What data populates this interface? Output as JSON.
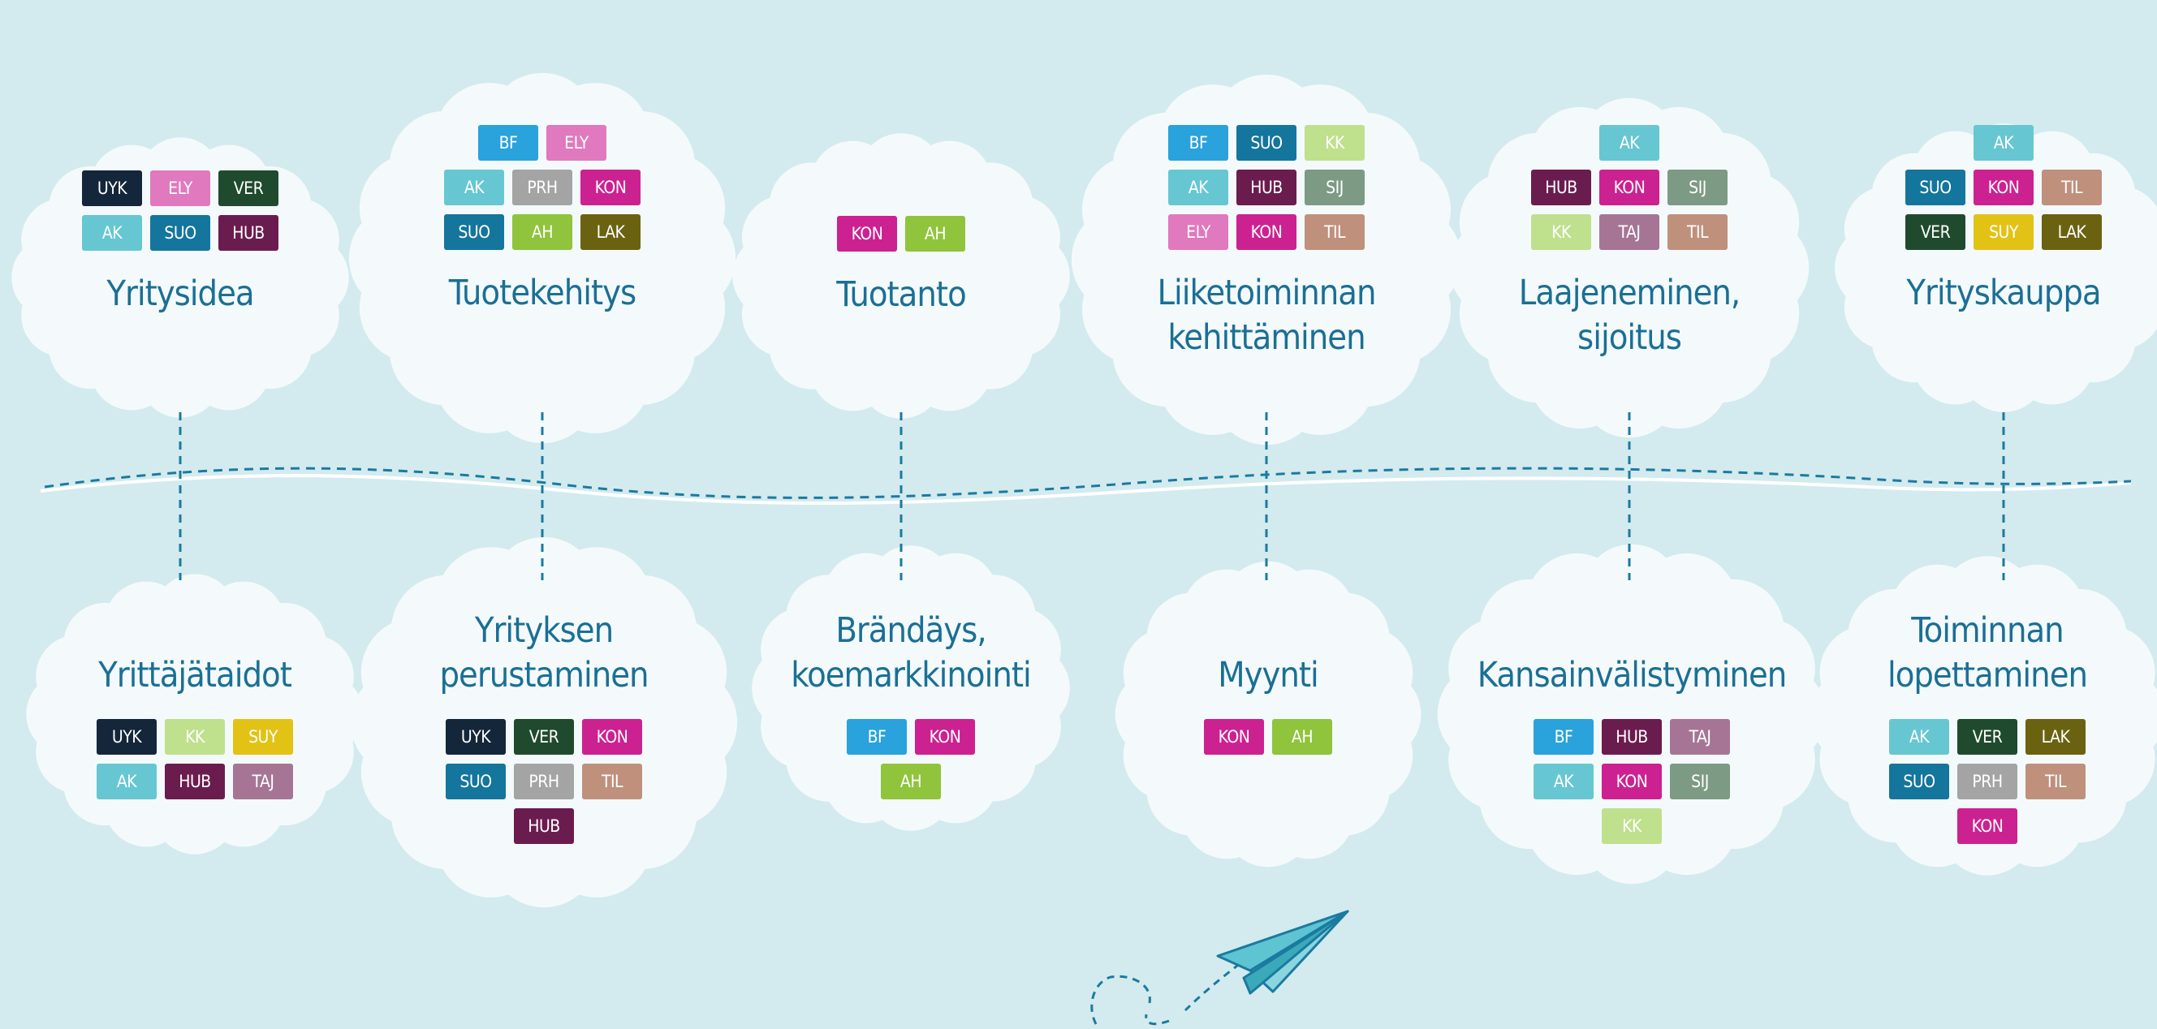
{
  "colors": {
    "background": "#d3ebee",
    "cloud": "#f4fafb",
    "title": "#1b6f95",
    "line": "#1b7aa0"
  },
  "tag_colors": {
    "UYK": "#14263a",
    "ELY": "#e079be",
    "VER": "#1f4a2e",
    "AK": "#66c7d2",
    "SUO": "#14759d",
    "HUB": "#6b1c4f",
    "BF": "#2aa2dc",
    "PRH": "#a4a4a4",
    "KON": "#cc2191",
    "AH": "#8fc43c",
    "LAK": "#6b6211",
    "KK": "#bfe08d",
    "SIJ": "#7d9a84",
    "TIL": "#bf907c",
    "TAJ": "#a67596",
    "SUY": "#e3c216"
  },
  "top_stages": [
    {
      "title": "Yritysidea",
      "tags": [
        [
          "UYK",
          "ELY",
          "VER"
        ],
        [
          "AK",
          "SUO",
          "HUB"
        ]
      ]
    },
    {
      "title": "Tuotekehitys",
      "tags": [
        [
          "BF",
          "ELY"
        ],
        [
          "AK",
          "PRH",
          "KON"
        ],
        [
          "SUO",
          "AH",
          "LAK"
        ]
      ]
    },
    {
      "title": "Tuotanto",
      "tags": [
        [
          "KON",
          "AH"
        ]
      ]
    },
    {
      "title": "Liiketoiminnan\nkehittäminen",
      "tags": [
        [
          "BF",
          "SUO",
          "KK"
        ],
        [
          "AK",
          "HUB",
          "SIJ"
        ],
        [
          "ELY",
          "KON",
          "TIL"
        ]
      ]
    },
    {
      "title": "Laajeneminen,\nsijoitus",
      "tags": [
        [
          "AK"
        ],
        [
          "HUB",
          "KON",
          "SIJ"
        ],
        [
          "KK",
          "TAJ",
          "TIL"
        ]
      ]
    },
    {
      "title": "Yrityskauppa",
      "tags": [
        [
          "AK"
        ],
        [
          "SUO",
          "KON",
          "TIL"
        ],
        [
          "VER",
          "SUY",
          "LAK"
        ]
      ]
    }
  ],
  "bottom_stages": [
    {
      "title": "Yrittäjätaidot",
      "tags": [
        [
          "UYK",
          "KK",
          "SUY"
        ],
        [
          "AK",
          "HUB",
          "TAJ"
        ]
      ]
    },
    {
      "title": "Yrityksen\nperustaminen",
      "tags": [
        [
          "UYK",
          "VER",
          "KON"
        ],
        [
          "SUO",
          "PRH",
          "TIL"
        ],
        [
          "HUB"
        ]
      ]
    },
    {
      "title": "Brändäys,\nkoemarkkinointi",
      "tags": [
        [
          "BF",
          "KON"
        ],
        [
          "AH"
        ]
      ]
    },
    {
      "title": "Myynti",
      "tags": [
        [
          "KON",
          "AH"
        ]
      ]
    },
    {
      "title": "Kansainvälistyminen",
      "tags": [
        [
          "BF",
          "HUB",
          "TAJ"
        ],
        [
          "AK",
          "KON",
          "SIJ"
        ],
        [
          "KK"
        ]
      ]
    },
    {
      "title": "Toiminnan\nlopettaminen",
      "tags": [
        [
          "AK",
          "VER",
          "LAK"
        ],
        [
          "SUO",
          "PRH",
          "TIL"
        ],
        [
          "KON"
        ]
      ]
    }
  ]
}
